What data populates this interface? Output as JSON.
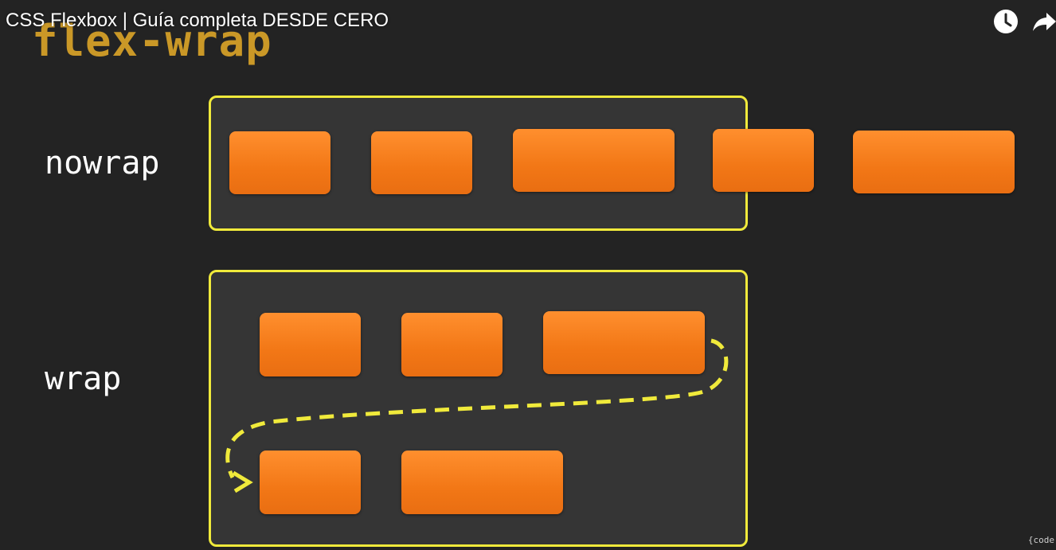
{
  "video": {
    "title": "CSS Flexbox | Guía completa DESDE CERO",
    "watch_later_icon": "clock-icon",
    "share_icon": "share-arrow-icon"
  },
  "slide": {
    "heading": "flex-wrap",
    "rows": [
      {
        "label": "nowrap",
        "item_count": 5
      },
      {
        "label": "wrap",
        "item_count": 5
      }
    ],
    "watermark": "{code"
  },
  "colors": {
    "background": "#232323",
    "heading": "#d9a228",
    "container_border": "#f0ea3b",
    "item": "#f27716",
    "wrap_arrow": "#f0ea3b"
  }
}
